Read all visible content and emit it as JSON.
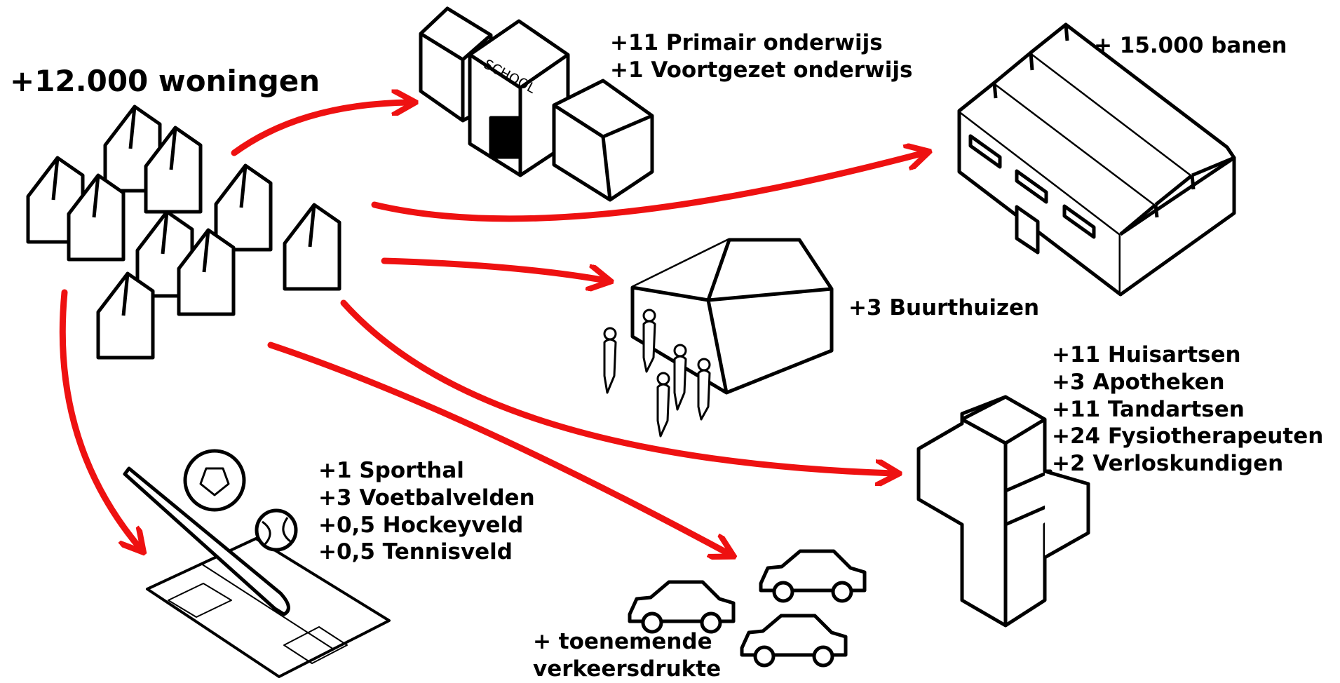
{
  "colors": {
    "arrow": "#ee1111",
    "ink": "#000000",
    "background": "#ffffff"
  },
  "source": {
    "label": "+12.000 woningen",
    "icon": "houses-icon"
  },
  "targets": {
    "school": {
      "icon": "school-building-icon",
      "sign": "SCHOOL",
      "lines": [
        "+11 Primair onderwijs",
        "+1 Voortgezet onderwijs"
      ]
    },
    "jobs": {
      "icon": "factory-icon",
      "lines": [
        "+ 15.000 banen"
      ]
    },
    "community": {
      "icon": "community-house-icon",
      "lines": [
        "+3 Buurthuizen"
      ]
    },
    "health": {
      "icon": "medical-cross-icon",
      "lines": [
        "+11 Huisartsen",
        "+3 Apotheken",
        "+11 Tandartsen",
        "+24 Fysiotherapeuten",
        "+2 Verloskundigen"
      ]
    },
    "sports": {
      "icon": "sports-icon",
      "lines": [
        "+1 Sporthal",
        "+3 Voetbalvelden",
        "+0,5 Hockeyveld",
        "+0,5 Tennisveld"
      ]
    },
    "traffic": {
      "icon": "cars-icon",
      "lines": [
        "+ toenemende",
        "verkeersdrukte"
      ]
    }
  }
}
